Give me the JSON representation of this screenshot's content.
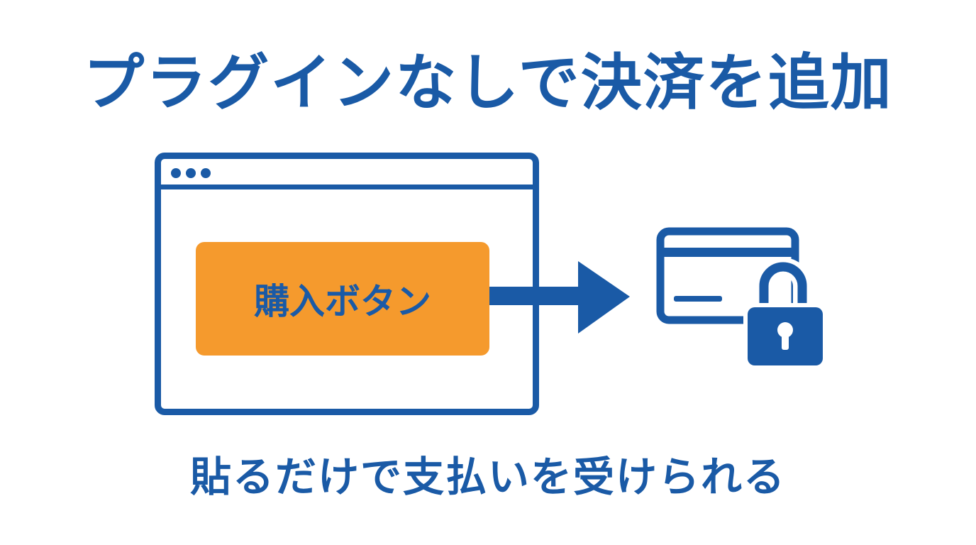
{
  "title": "プラグインなしで決済を追加",
  "subtitle": "貼るだけで支払いを受けられる",
  "browser": {
    "dots": 3,
    "button_label": "購入ボタン"
  },
  "icons": {
    "arrow": "right-arrow-icon",
    "card": "credit-card-icon",
    "lock": "padlock-icon"
  },
  "colors": {
    "primary": "#1a5aa6",
    "accent": "#f59a2d",
    "background": "#ffffff"
  }
}
